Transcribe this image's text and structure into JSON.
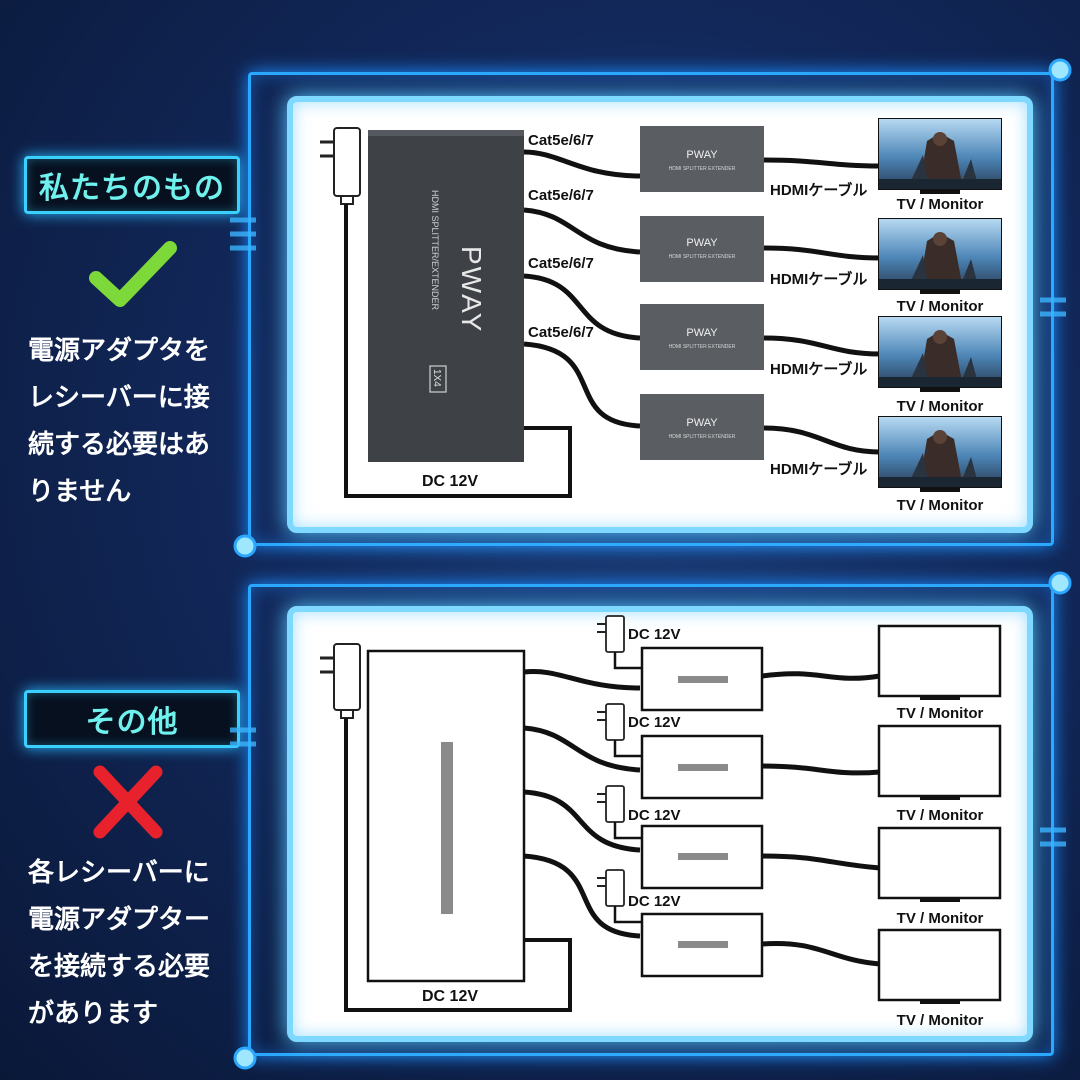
{
  "top": {
    "tag": "私たちのもの",
    "note_lines": [
      "電源アダプタを",
      "レシーバーに接",
      "続する必要はあ",
      "りません"
    ],
    "brand": "PWAY",
    "device_text": "HDMI SPLITTER/EXTENDER",
    "model": "1X4",
    "receiver_brand": "PWAY",
    "receiver_text": "HDMI SPLITTER EXTENDER",
    "cable_labels": [
      "Cat5e/6/7",
      "Cat5e/6/7",
      "Cat5e/6/7",
      "Cat5e/6/7"
    ],
    "hdmi_labels": [
      "HDMIケーブル",
      "HDMIケーブル",
      "HDMIケーブル",
      "HDMIケーブル"
    ],
    "tv_labels": [
      "TV / Monitor",
      "TV / Monitor",
      "TV / Monitor",
      "TV / Monitor"
    ],
    "dc_label": "DC 12V"
  },
  "bottom": {
    "tag": "その他",
    "note_lines": [
      "各レシーバーに",
      "電源アダプター",
      "を接続する必要",
      "があります"
    ],
    "dc_labels": [
      "DC 12V",
      "DC 12V",
      "DC 12V",
      "DC 12V"
    ],
    "tv_labels": [
      "TV / Monitor",
      "TV / Monitor",
      "TV / Monitor",
      "TV / Monitor"
    ],
    "dc_label": "DC 12V"
  },
  "colors": {
    "accent_cyan": "#6ff2ee",
    "check_green": "#7dd83a",
    "cross_red": "#e8222c",
    "device_dark": "#3e4146",
    "cable": "#111111"
  }
}
